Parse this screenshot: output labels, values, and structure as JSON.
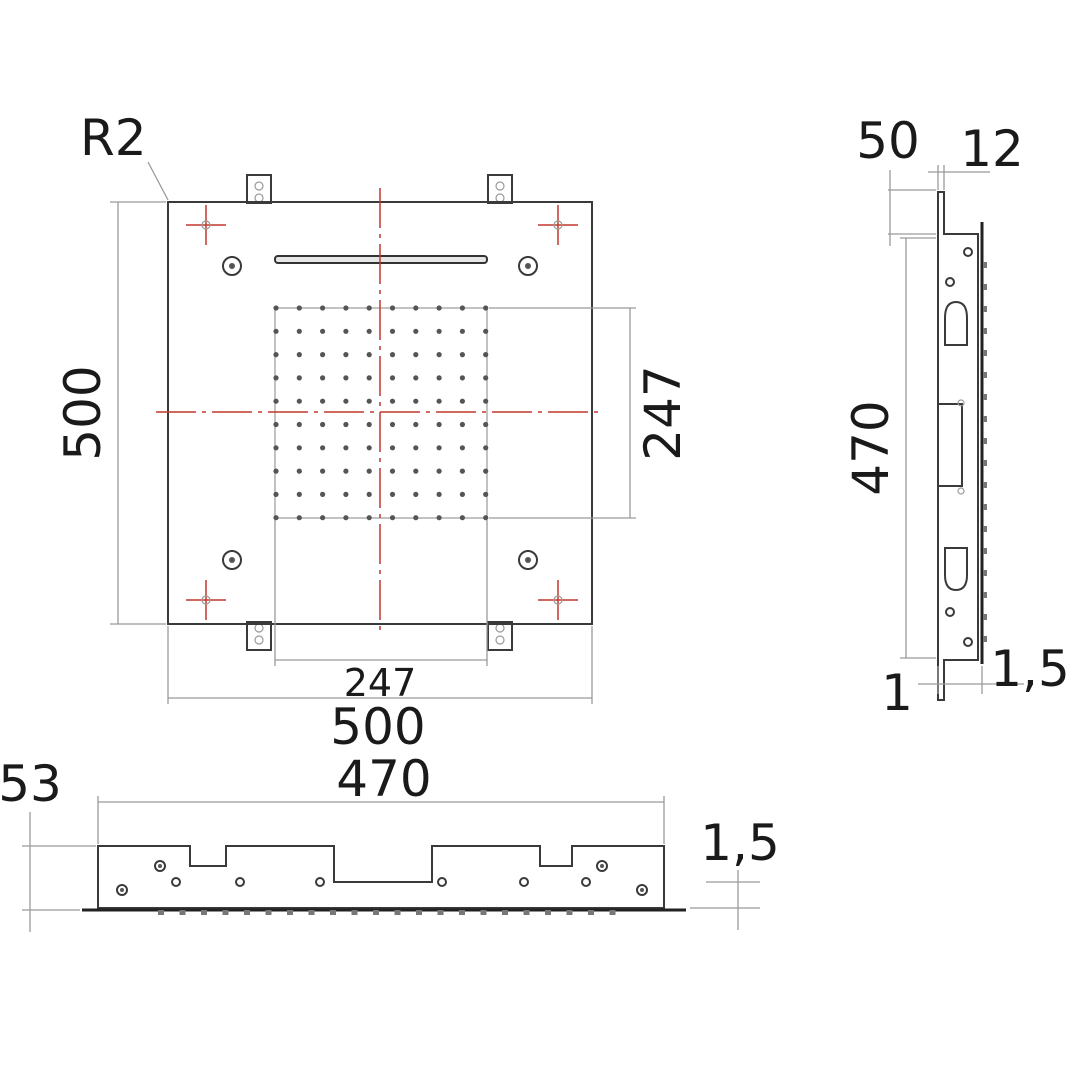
{
  "labels": {
    "radius": "R2",
    "top_width": "500",
    "top_height": "500",
    "inner_width": "247",
    "inner_height": "247",
    "side_top_offset": "50",
    "side_thickness": "12",
    "side_length": "470",
    "side_bottom_left": "1",
    "side_bottom_right": "1,5",
    "front_length": "470",
    "front_height": "53",
    "front_plate": "1,5"
  },
  "colors": {
    "line": "#3a3a3a",
    "dimension": "#9a9a9a",
    "centerline": "#c0392b",
    "text": "#1a1a1a"
  },
  "nozzle_grid": {
    "rows": 10,
    "cols": 10
  }
}
